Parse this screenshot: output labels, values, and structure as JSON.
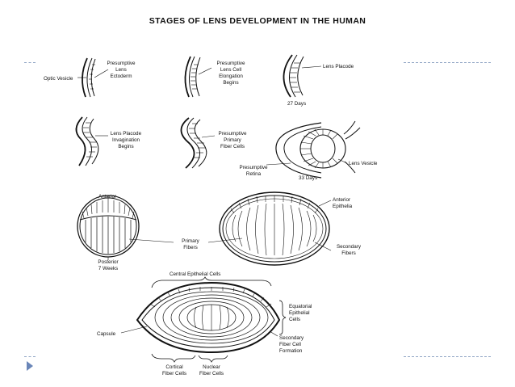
{
  "title": "STAGES OF LENS DEVELOPMENT IN THE HUMAN",
  "labels": {
    "optic_vesicle": "Optic Vesicle",
    "presumptive_lens_ectoderm": [
      "Presumptive",
      "Lens",
      "Ectoderm"
    ],
    "presumptive_lens_cell_elongation": [
      "Presumptive",
      "Lens Cell",
      "Elongation",
      "Begins"
    ],
    "lens_placode": "Lens Placode",
    "days_27": "27 Days",
    "lens_placode_invagination": [
      "Lens Placode",
      "Invagination",
      "Begins"
    ],
    "presumptive_primary_fiber_cells": [
      "Presumptive",
      "Primary",
      "Fiber Cells"
    ],
    "presumptive_retina": [
      "Presumptive",
      "Retina"
    ],
    "lens_vesicle": "Lens Vesicle",
    "days_33": "33 Days",
    "anterior": "Anterior",
    "posterior_7_weeks": [
      "Posterior",
      "7 Weeks"
    ],
    "primary_fibers": [
      "Primary",
      "Fibers"
    ],
    "anterior_epithelia": [
      "Anterior",
      "Epithelia"
    ],
    "secondary_fibers": [
      "Secondary",
      "Fibers"
    ],
    "central_epithelial_cells": "Central Epithelial Cells",
    "equatorial_epithelial_cells": [
      "Equatorial",
      "Epithelial",
      "Cells"
    ],
    "capsule": "Capsule",
    "secondary_fiber_cell_formation": [
      "Secondary",
      "Fiber Cell",
      "Formation"
    ],
    "cortical_fiber_cells": [
      "Cortical",
      "Fiber Cells"
    ],
    "nuclear_fiber_cells": [
      "Nuclear",
      "Fiber Cells"
    ]
  },
  "slide": {
    "bullet_icon": "triangle-bullet-icon",
    "accent_color": "#6a86b8"
  }
}
